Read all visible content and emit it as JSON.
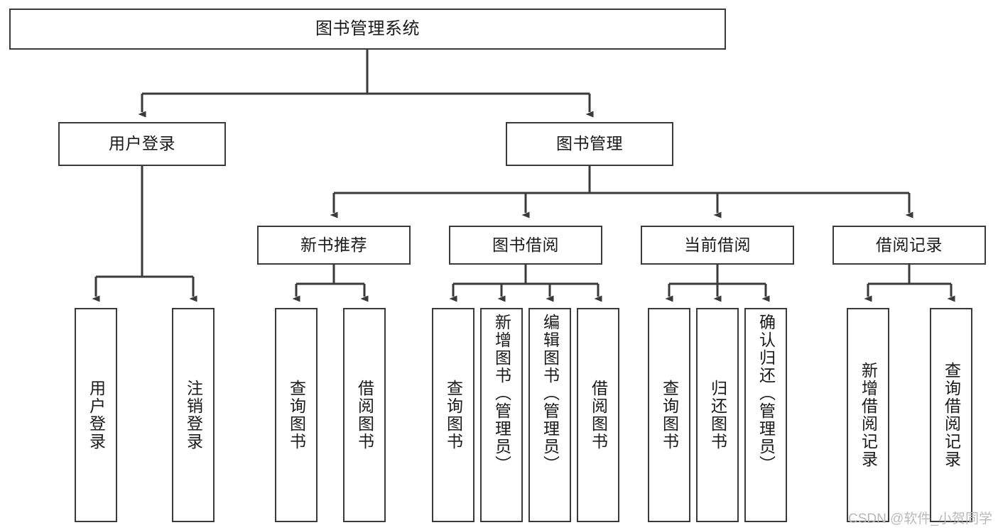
{
  "diagram": {
    "title": "图书管理系统",
    "type": "tree",
    "watermark": "CSDN @软件_小贺同学",
    "line_color": "#3a3a3a",
    "box_fill": "#ffffff",
    "text_color": "#1a1a1a",
    "watermark_color": "#b9b9b9"
  },
  "nodes": {
    "root": {
      "label": "图书管理系统"
    },
    "level2": [
      {
        "id": "user-login",
        "label": "用户登录"
      },
      {
        "id": "book-manage",
        "label": "图书管理"
      }
    ],
    "level3": [
      {
        "id": "new-book-recommend",
        "label": "新书推荐"
      },
      {
        "id": "book-borrow",
        "label": "图书借阅"
      },
      {
        "id": "current-borrow",
        "label": "当前借阅"
      },
      {
        "id": "borrow-record",
        "label": "借阅记录"
      }
    ],
    "leaves": [
      {
        "id": "leaf-user-login",
        "label": "用户登录",
        "parent": "user-login"
      },
      {
        "id": "leaf-logout-login",
        "label": "注销登录",
        "parent": "user-login"
      },
      {
        "id": "leaf-query-book-1",
        "label": "查询图书",
        "parent": "new-book-recommend"
      },
      {
        "id": "leaf-borrow-book-1",
        "label": "借阅图书",
        "parent": "new-book-recommend"
      },
      {
        "id": "leaf-query-book-2",
        "label": "查询图书",
        "parent": "book-borrow"
      },
      {
        "id": "leaf-add-book",
        "label": "新增图书（管理员）",
        "parent": "book-borrow"
      },
      {
        "id": "leaf-edit-book",
        "label": "编辑图书（管理员）",
        "parent": "book-borrow"
      },
      {
        "id": "leaf-borrow-book-2",
        "label": "借阅图书",
        "parent": "book-borrow"
      },
      {
        "id": "leaf-query-book-3",
        "label": "查询图书",
        "parent": "current-borrow"
      },
      {
        "id": "leaf-return-book",
        "label": "归还图书",
        "parent": "current-borrow"
      },
      {
        "id": "leaf-confirm-return",
        "label": "确认归还（管理员）",
        "parent": "current-borrow"
      },
      {
        "id": "leaf-add-record",
        "label": "新增借阅记录",
        "parent": "borrow-record"
      },
      {
        "id": "leaf-query-record",
        "label": "查询借阅记录",
        "parent": "borrow-record"
      }
    ]
  }
}
